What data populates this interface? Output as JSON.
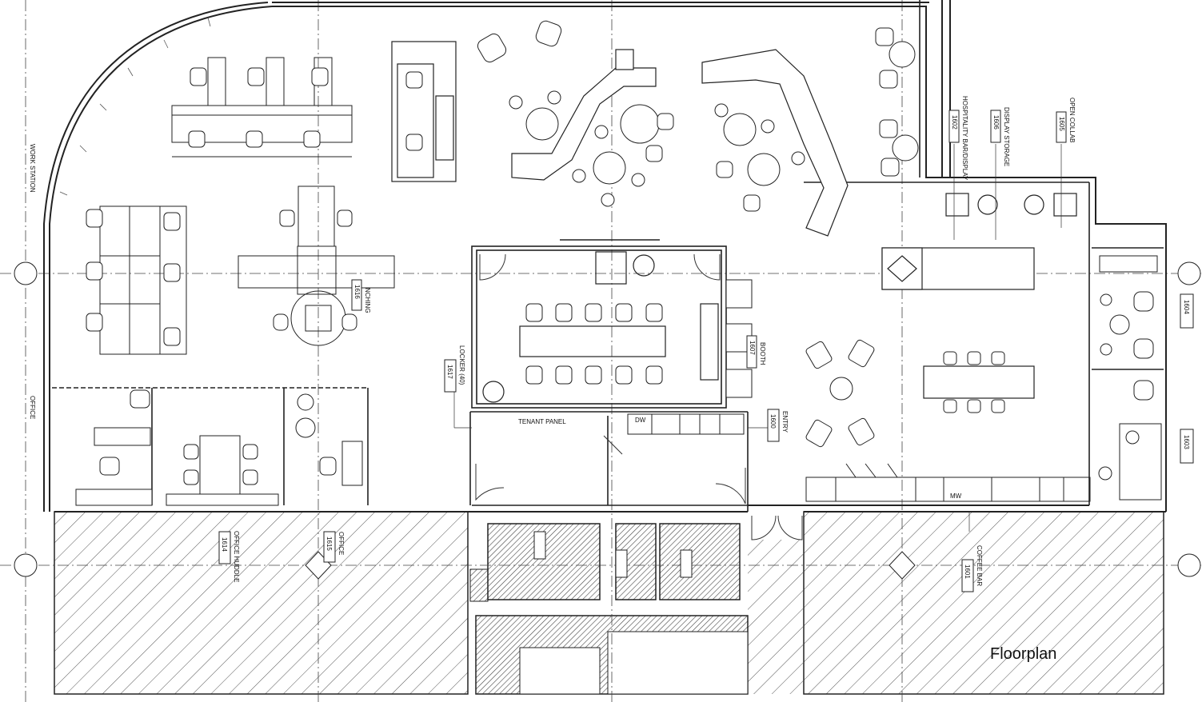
{
  "diagram": {
    "title": "Floorplan",
    "side_labels": {
      "left_workstation": "WORK STATION",
      "left_office": "OFFICE",
      "right_1604": "1604",
      "right_1603": "1603"
    },
    "rooms": {
      "hospitality": {
        "name": "HOSPITALITY BAR/DISPLAY",
        "number": "1602"
      },
      "display_storage": {
        "name": "DISPLAY STORAGE",
        "number": "1606"
      },
      "open_collab": {
        "name": "OPEN COLLAB",
        "number": "1605"
      },
      "nching": {
        "name": "NCHING",
        "number": "1616"
      },
      "locker": {
        "name": "LOCKER (40)",
        "number": "1617"
      },
      "booth": {
        "name": "BOOTH",
        "number": "1607"
      },
      "entry": {
        "name": "ENTRY",
        "number": "1600"
      },
      "office_huddle": {
        "name": "OFFICE HUDDLE",
        "number": "1614"
      },
      "office": {
        "name": "OFFICE",
        "number": "1615"
      },
      "coffee_bar": {
        "name": "COFFEE BAR",
        "number": "1601"
      },
      "tenant_panel": {
        "name": "TENANT PANEL"
      },
      "dw": {
        "name": "DW"
      },
      "mw": {
        "name": "MW"
      }
    }
  }
}
